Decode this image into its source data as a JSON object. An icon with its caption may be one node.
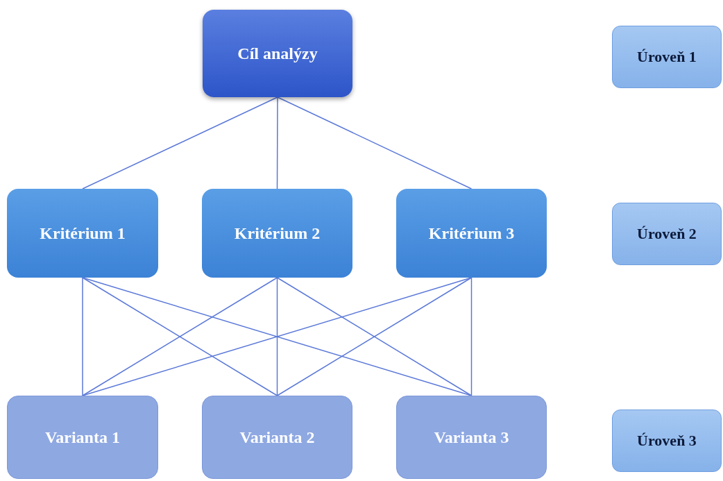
{
  "diagram": {
    "nodes": [
      {
        "text": [
          "Cíl analýzy"
        ]
      },
      {
        "text": [
          "Kritérium 1"
        ]
      },
      {
        "text": [
          "Kritérium 2"
        ]
      },
      {
        "text": [
          "Kritérium 3"
        ]
      },
      {
        "text": [
          "Varianta 1"
        ]
      },
      {
        "text": [
          "Varianta 2"
        ]
      },
      {
        "text": [
          "Varianta 3"
        ]
      },
      {
        "text": [
          "Úroveň 1"
        ]
      },
      {
        "text": [
          "Úroveň 2"
        ]
      },
      {
        "text": [
          "Úroveň 3"
        ]
      }
    ],
    "edges": [
      {
        "from": 0,
        "to": 1,
        "arrow": "none"
      },
      {
        "from": 0,
        "to": 2,
        "arrow": "none"
      },
      {
        "from": 0,
        "to": 3,
        "arrow": "none"
      },
      {
        "from": 1,
        "to": 4,
        "arrow": "none"
      },
      {
        "from": 1,
        "to": 5,
        "arrow": "none"
      },
      {
        "from": 1,
        "to": 6,
        "arrow": "none"
      },
      {
        "from": 2,
        "to": 4,
        "arrow": "none"
      },
      {
        "from": 2,
        "to": 5,
        "arrow": "none"
      },
      {
        "from": 2,
        "to": 6,
        "arrow": "none"
      },
      {
        "from": 3,
        "to": 4,
        "arrow": "none"
      },
      {
        "from": 3,
        "to": 5,
        "arrow": "none"
      },
      {
        "from": 3,
        "to": 6,
        "arrow": "none"
      }
    ]
  }
}
